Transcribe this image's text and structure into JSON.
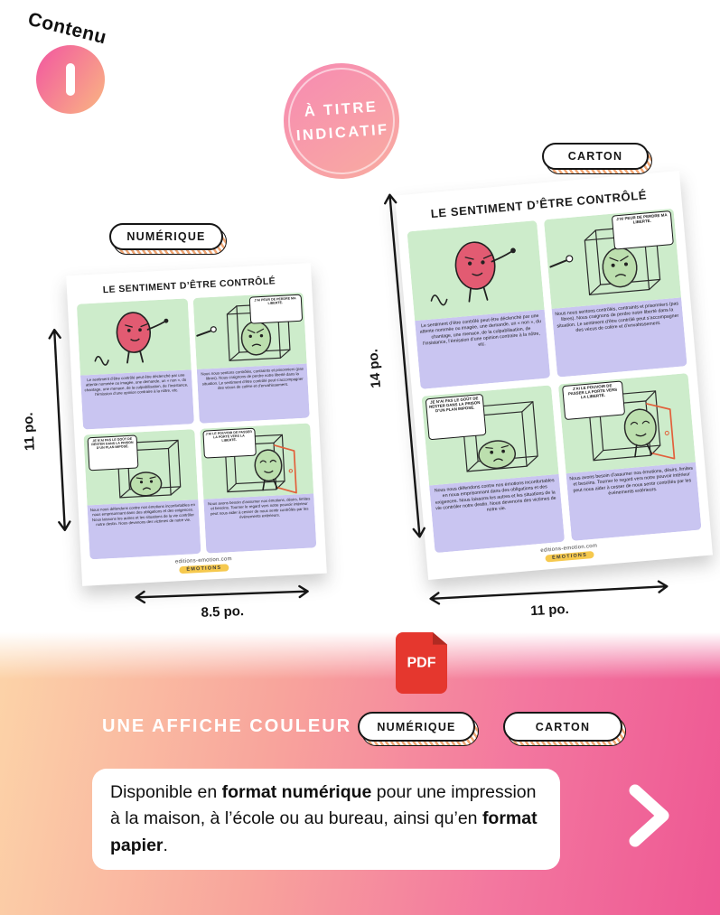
{
  "page": {
    "contenu_label": "Contenu",
    "number_badge": "1",
    "indicatif_line1": "À TITRE",
    "indicatif_line2": "INDICATIF"
  },
  "labels": {
    "numerique": "NUMÉRIQUE",
    "carton": "CARTON"
  },
  "dimensions": {
    "numerique_height": "11 po.",
    "numerique_width": "8.5 po.",
    "carton_height": "14 po.",
    "carton_width": "11 po."
  },
  "pdf": {
    "label": "PDF"
  },
  "poster": {
    "title": "LE SENTIMENT D’ÊTRE CONTRÔLÉ",
    "panels": [
      {
        "caption": "Le sentiment d’être contrôlé peut être déclenché par une attente nommée ou imagée, une demande, un « non », du chantage, une menace, de la culpabilisation, de l’insistance, l’émission d’une opinion contraire à la nôtre, etc."
      },
      {
        "bubble": "J’AI PEUR DE PERDRE MA LIBERTÉ.",
        "caption": "Nous nous sentons contrôlés, contraints et prisonniers (pas libres). Nous craignons de perdre notre liberté dans la situation. Le sentiment d’être contrôlé peut s’accompagner des vécus de colère et d’envahissement."
      },
      {
        "bubble": "JE N’AI PAS LE GOÛT DE RESTER DANS LA PRISON D’UN PLAN IMPOSÉ.",
        "caption": "Nous nous défendons contre nos émotions inconfortables en nous emprisonnant dans des obligations et des exigences. Nous laissons les autres et les situations de la vie contrôler notre destin. Nous devenons des victimes de notre vie."
      },
      {
        "bubble": "J’AI LE POUVOIR DE PASSER LA PORTE VERS LA LIBERTÉ.",
        "caption": "Nous avons besoin d’assumer nos émotions, désirs, limites et besoins. Tourner le regard vers notre pouvoir intérieur peut nous aider à cesser de nous sentir contrôlés par les événements extérieurs."
      }
    ],
    "footer_url": "editions-emotion.com",
    "footer_badge": "ÉMOTIONS"
  },
  "bottom": {
    "heading": "UNE AFFICHE COULEUR",
    "description_segments": [
      {
        "text": "Disponible en "
      },
      {
        "text": "format numérique",
        "bold": true
      },
      {
        "text": " pour une impression à la maison, à l’école ou au bureau, ainsi qu’en "
      },
      {
        "text": "format papier",
        "bold": true
      },
      {
        "text": "."
      }
    ]
  },
  "colors": {
    "pink_accent": "#ee5793",
    "peach_accent": "#fcd4a8",
    "panel_green": "#cdeccb",
    "panel_purple": "#c9c5f1",
    "blob_red": "#e25b72",
    "blob_green": "#bcdfae",
    "door_orange": "#e2603b",
    "pdf_red": "#e5372e",
    "badge_yellow": "#f6c94e"
  }
}
